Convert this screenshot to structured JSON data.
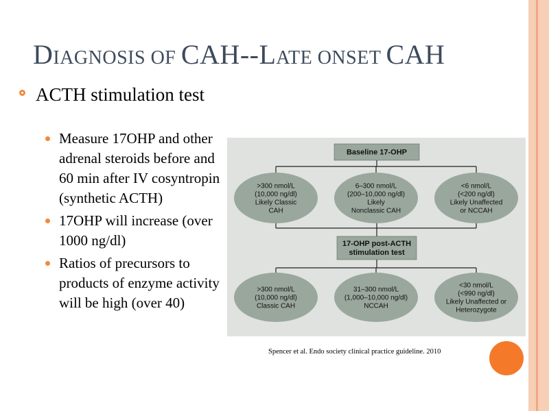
{
  "slide": {
    "title_parts": [
      {
        "text": "D",
        "sc": false
      },
      {
        "text": "IAGNOSIS OF ",
        "sc": true
      },
      {
        "text": "CAH--L",
        "sc": false
      },
      {
        "text": "ATE ONSET ",
        "sc": true
      },
      {
        "text": "CAH",
        "sc": false
      }
    ],
    "bullet_main": "ACTH stimulation test",
    "sub_bullets": [
      "Measure 17OHP and other adrenal steroids before and 60 min after IV cosyntropin (synthetic ACTH)",
      "17OHP will increase (over 1000 ng/dl)",
      "Ratios of precursors to products of enzyme activity will be high (over 40)"
    ],
    "citation": "Spencer et al. Endo society clinical practice guideline. 2010"
  },
  "flowchart": {
    "top_box": [
      "Baseline 17-OHP"
    ],
    "mid_box": [
      "17-OHP post-ACTH",
      "stimulation test"
    ],
    "row1_ovals": [
      [
        ">300 nmol/L",
        "(10,000 ng/dl)",
        "Likely Classic",
        "CAH"
      ],
      [
        "6–300 nmol/L",
        "(200–10,000 ng/dl)",
        "Likely",
        "Nonclassic CAH"
      ],
      [
        "<6 nmol/L",
        "(<200 ng/dl)",
        "Likely Unaffected",
        "or NCCAH"
      ]
    ],
    "row2_ovals": [
      [
        ">300 nmol/L",
        "(10,000 ng/dl)",
        "Classic CAH"
      ],
      [
        "31–300 nmol/L",
        "(1,000–10,000 ng/dl)",
        "NCCAH"
      ],
      [
        "<30 nmol/L",
        "(<990 ng/dl)",
        "Likely Unaffected or",
        "Heterozygote"
      ]
    ],
    "colors": {
      "box": "#9aa79d",
      "oval": "#9aa79d",
      "line": "#222222",
      "background": "#dfe2df"
    }
  },
  "theme": {
    "accent": "#f08a3c",
    "side_bar": "#f6cfb6",
    "title_color": "#3d4a5c"
  }
}
